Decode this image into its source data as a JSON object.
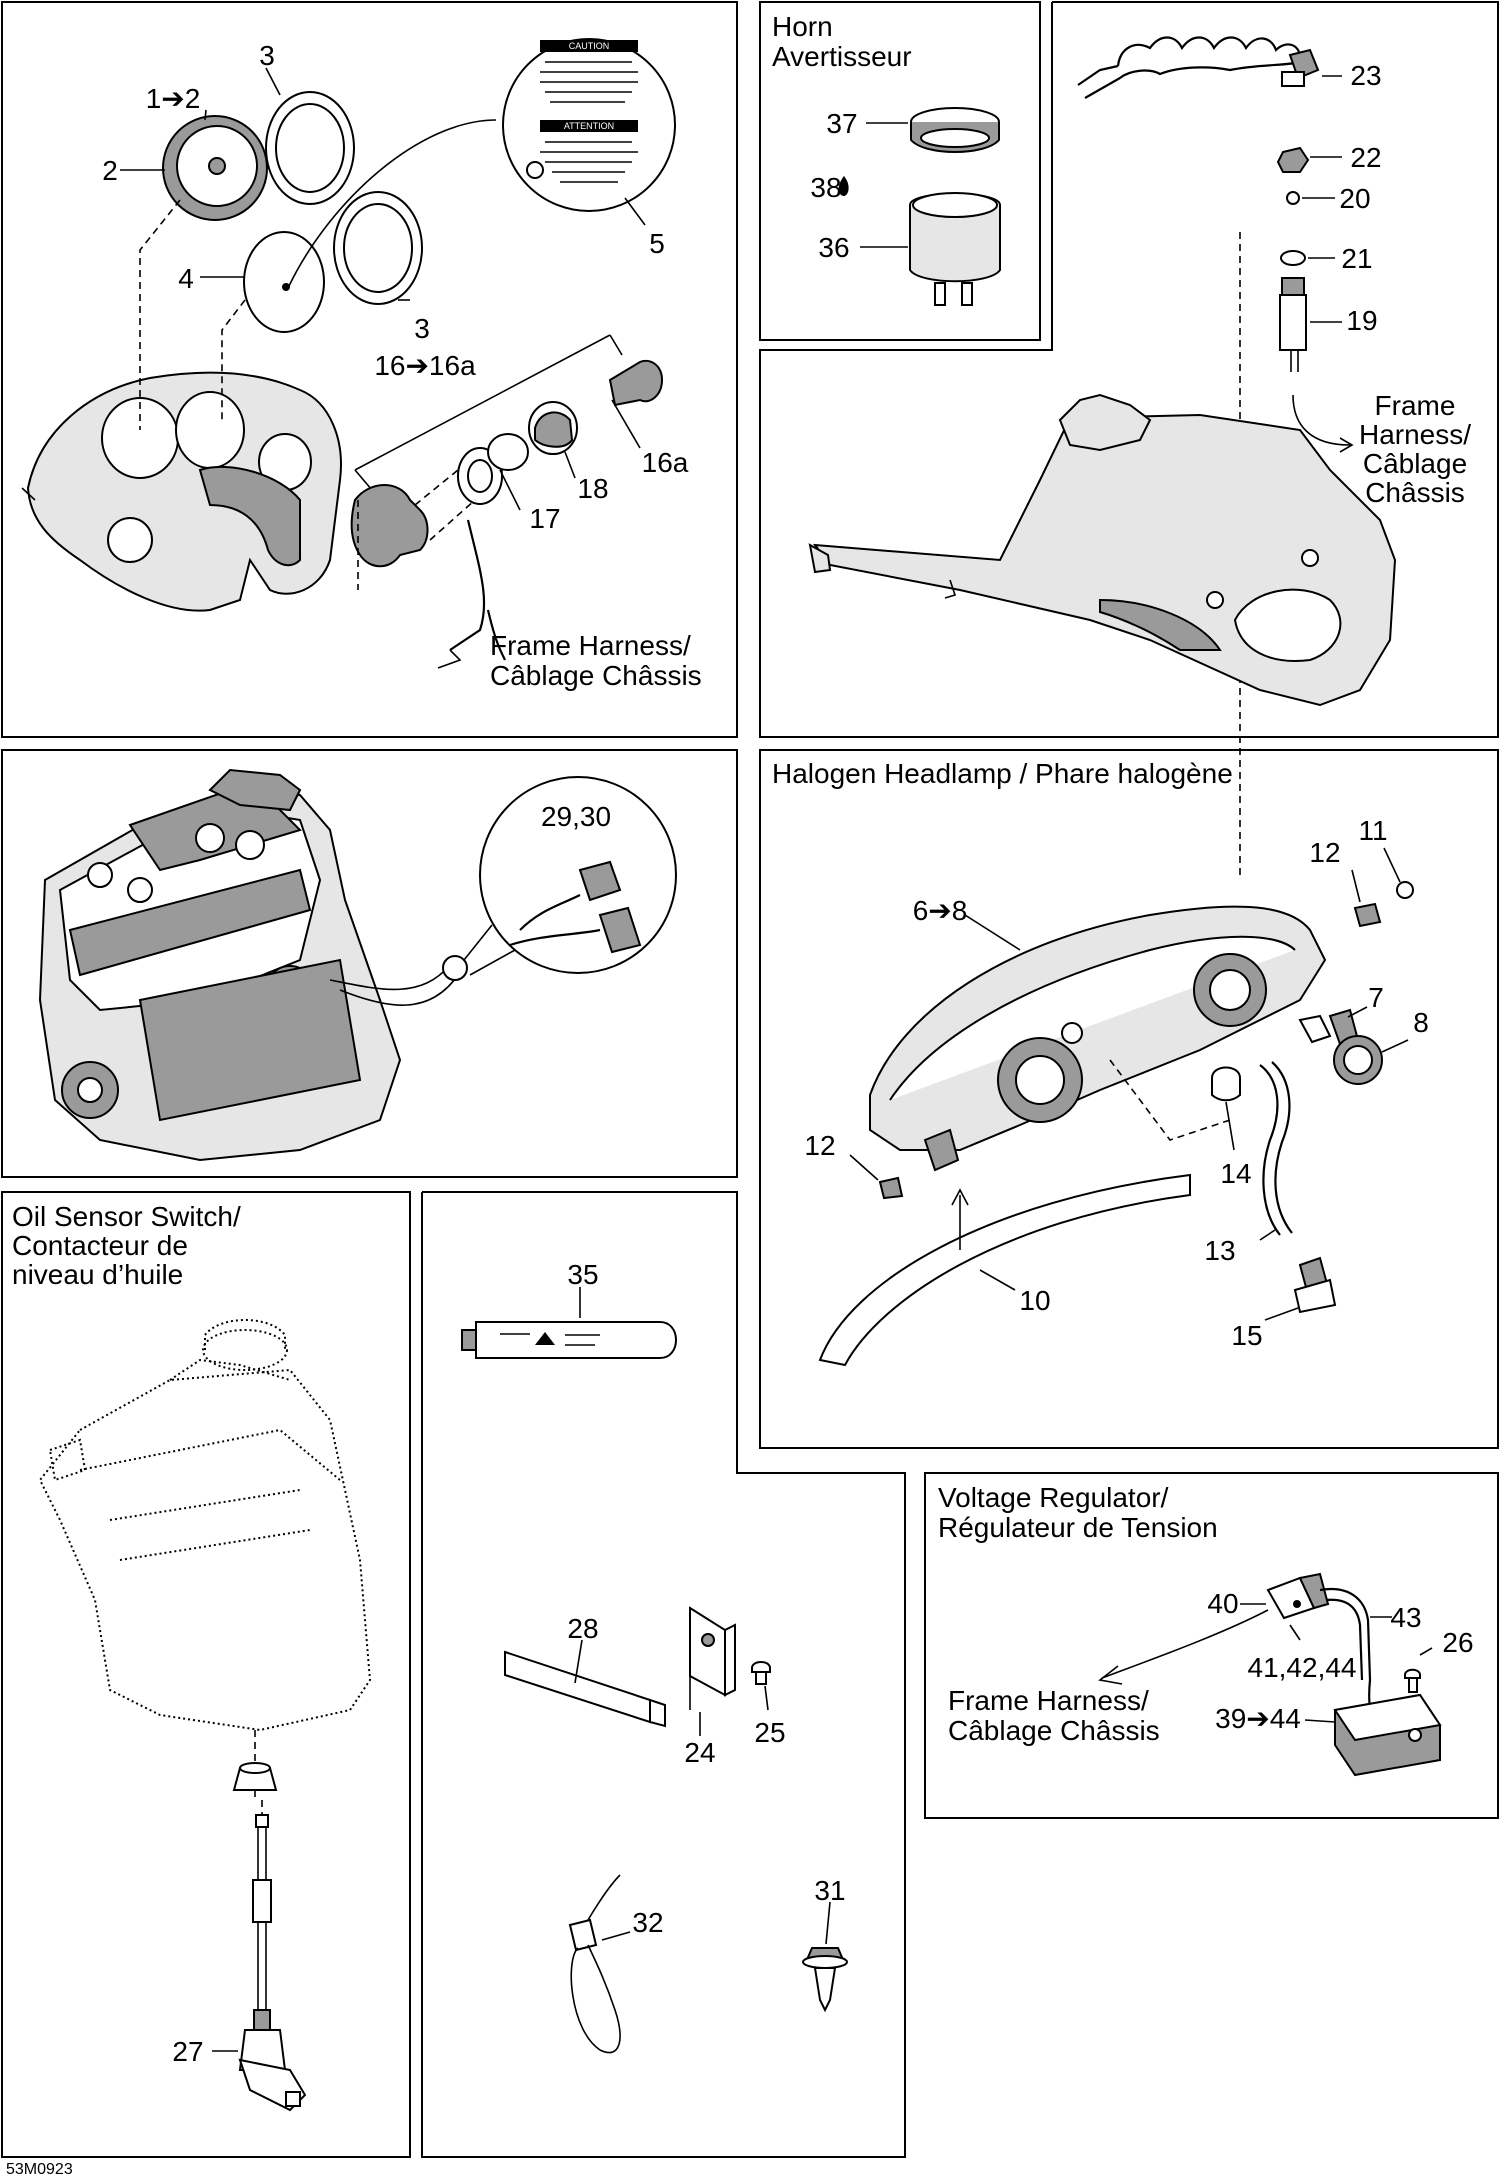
{
  "drawing_code": "53M0923",
  "panels": {
    "gauges": {
      "labels": [
        "1➔2",
        "2",
        "3",
        "3",
        "4",
        "5",
        "16➔16a",
        "16a",
        "17",
        "18"
      ],
      "harness": [
        "Frame Harness/",
        "Câblage Châssis"
      ],
      "decal_lines": [
        "CAUTION",
        "ATTENTION"
      ]
    },
    "horn": {
      "title": [
        "Horn",
        "Avertisseur"
      ],
      "labels": [
        "37",
        "38",
        "36"
      ]
    },
    "hood": {
      "labels": [
        "23",
        "22",
        "20",
        "21",
        "19"
      ],
      "harness": [
        "Frame",
        "Harness/",
        "Câblage",
        "Châssis"
      ]
    },
    "engine": {
      "labels": [
        "29,30"
      ]
    },
    "headlamp": {
      "title": "Halogen Headlamp / Phare halogène",
      "labels": [
        "6➔8",
        "12",
        "11",
        "7",
        "8",
        "12",
        "14",
        "13",
        "10",
        "15"
      ]
    },
    "oil": {
      "title": [
        "Oil Sensor Switch/",
        "Contacteur de",
        "niveau d’huile"
      ],
      "labels": [
        "27"
      ]
    },
    "hardware": {
      "labels": [
        "35",
        "28",
        "24",
        "25",
        "32",
        "31"
      ]
    },
    "regulator": {
      "title": [
        "Voltage Regulator/",
        "Régulateur de Tension"
      ],
      "labels": [
        "40",
        "43",
        "26",
        "41,42,44",
        "39➔44"
      ],
      "harness": [
        "Frame Harness/",
        "Câblage Châssis"
      ]
    }
  }
}
